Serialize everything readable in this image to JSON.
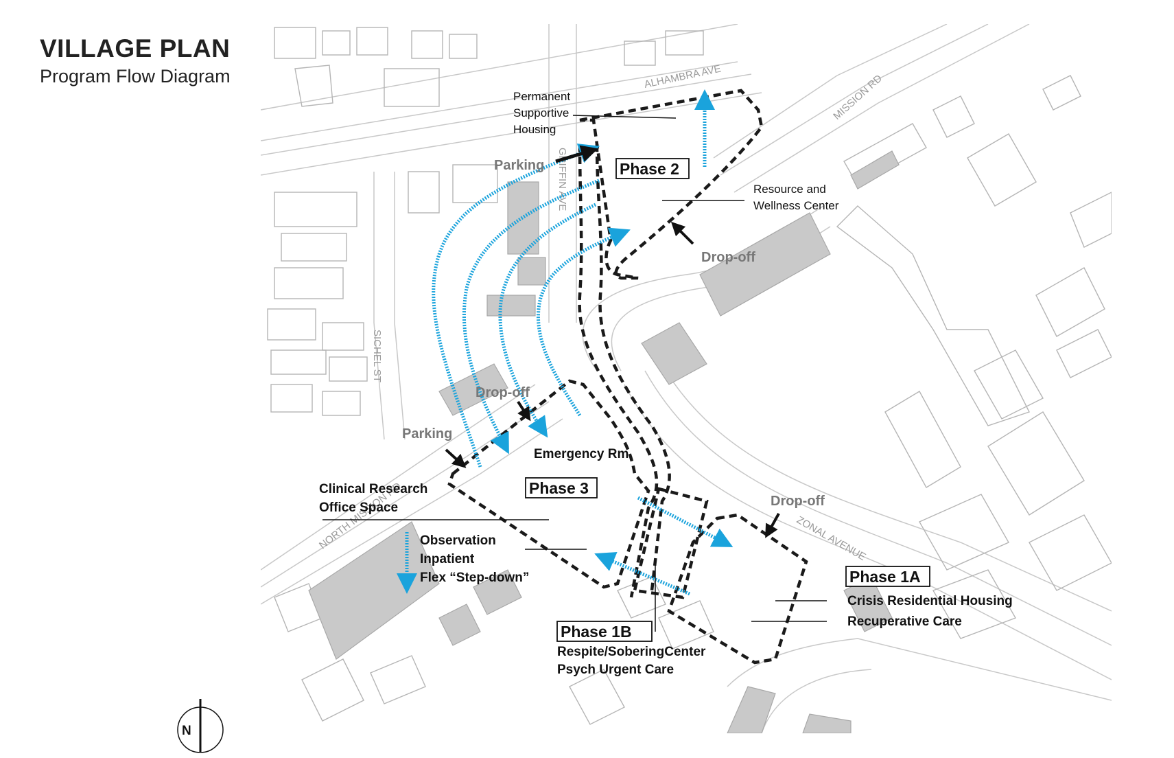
{
  "title": "VILLAGE PLAN",
  "subtitle": "Program Flow Diagram",
  "streets": {
    "alhambra": "ALHAMBRA AVE",
    "mission": "MISSION RD",
    "sichel": "SICHEL ST",
    "north_mission": "NORTH MISSION RD",
    "zonal": "ZONAL AVENUE",
    "griffin": "GRIFFIN AVE"
  },
  "labels": {
    "permanent_1": "Permanent",
    "permanent_2": "Supportive",
    "permanent_3": "Housing",
    "resource_1": "Resource and",
    "resource_2": "Wellness Center",
    "parking_top": "Parking",
    "parking_left": "Parking",
    "dropoff_right": "Drop-off",
    "dropoff_mid": "Drop-off",
    "dropoff_zonal": "Drop-off",
    "emergency": "Emergency Rm",
    "clinical_1": "Clinical Research",
    "clinical_2": "Office Space",
    "observation": "Observation",
    "inpatient": "Inpatient",
    "flex": "Flex “Step-down”",
    "crisis": "Crisis Residential Housing",
    "recuperative": "Recuperative Care",
    "respite": "Respite/SoberingCenter",
    "psych": "Psych Urgent Care"
  },
  "phases": {
    "phase2": "Phase 2",
    "phase3": "Phase 3",
    "phase1a": "Phase 1A",
    "phase1b": "Phase 1B"
  },
  "north_arrow": "N",
  "colors": {
    "flow_arrow": "#1aa3dc",
    "boundary": "#1a1a1a",
    "building_fill": "#c9c9c9",
    "linework": "#b5b5b5"
  },
  "icons": [
    "north-arrow-icon",
    "flow-arrow-icon",
    "entry-arrow-icon"
  ]
}
